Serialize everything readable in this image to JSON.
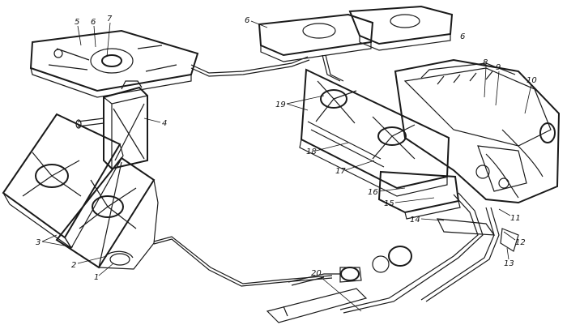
{
  "figure": {
    "callouts": [
      "1",
      "2",
      "3",
      "4",
      "5",
      "6",
      "7",
      "8",
      "9",
      "10",
      "11",
      "12",
      "13",
      "14",
      "15",
      "16",
      "17",
      "18",
      "19",
      "20"
    ],
    "callout_6_second": "6",
    "callout_6_third": "6"
  }
}
